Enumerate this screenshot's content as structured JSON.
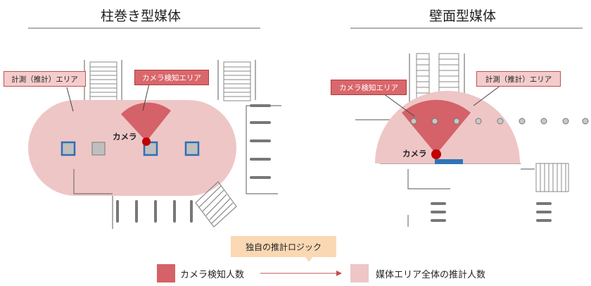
{
  "titles": {
    "left": "柱巻き型媒体",
    "right": "壁面型媒体"
  },
  "labels": {
    "estimate_area": "計測（推計）エリア",
    "camera_area": "カメラ検知エリア",
    "camera": "カメラ"
  },
  "logic": {
    "label": "独自の推計ロジック"
  },
  "legend": {
    "camera_count": "カメラ検知人数",
    "estimated_total": "媒体エリア全体の推計人数"
  },
  "colors": {
    "estimate_fill": "#eec6c6",
    "camera_fill": "#d46268",
    "camera_dot": "#c00000",
    "pillar_border": "#2e6fb5",
    "pillar_fill": "#bfbfbf",
    "logic_fill": "#fbd8b4",
    "wall_media": "#2e75b6",
    "arrow": "#c0504d"
  }
}
